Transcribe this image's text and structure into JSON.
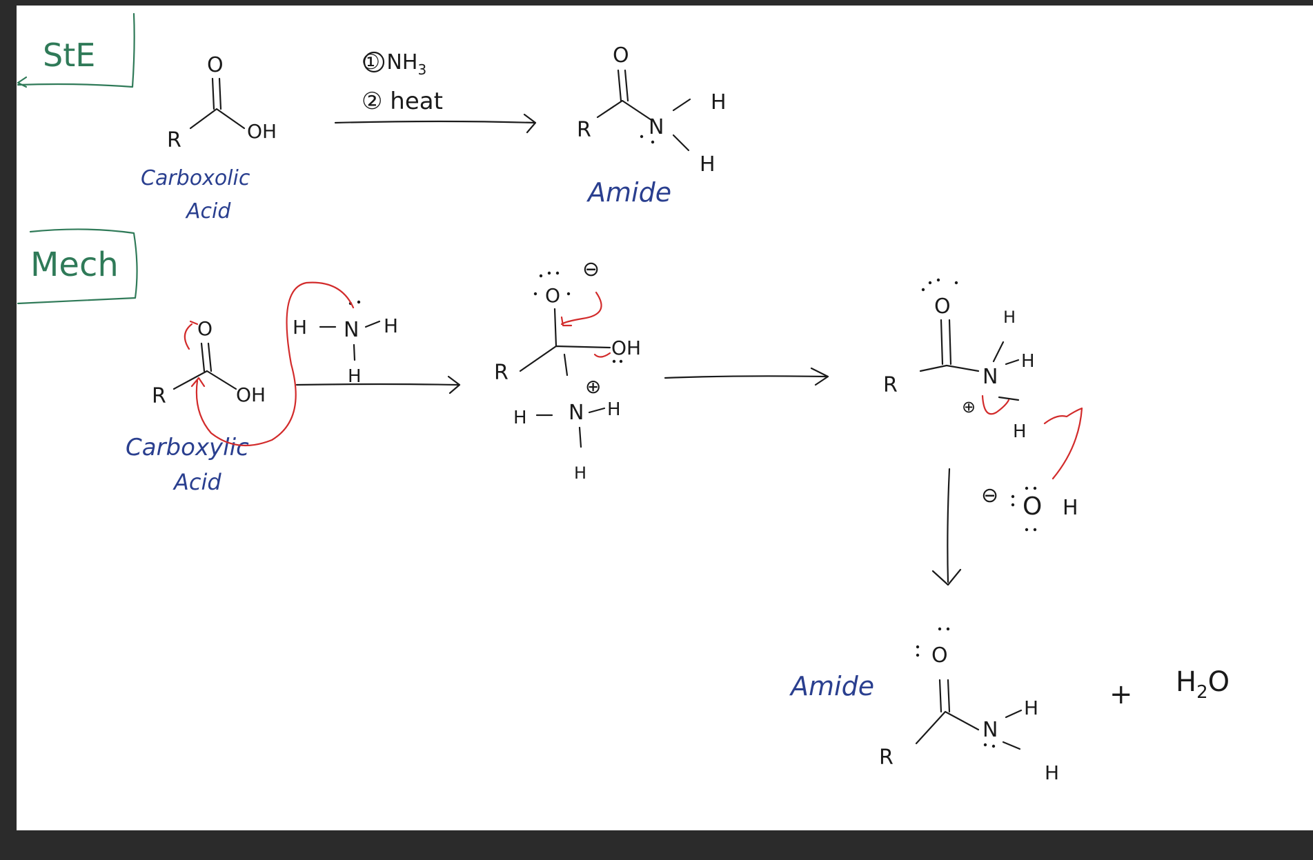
{
  "labels": {
    "ste": "StE",
    "mech": "Mech"
  },
  "reagents": {
    "step1": "① NH",
    "step1_sub": "3",
    "step2": "② heat"
  },
  "top_reaction": {
    "reactant_name_line1": "Carboxolic",
    "reactant_name_line2": "Acid",
    "product_name": "Amide"
  },
  "mechanism": {
    "reactant_name_line1": "Carboxylic",
    "reactant_name_line2": "Acid",
    "final_product_name": "Amide",
    "byproduct": "H",
    "byproduct_sub": "2",
    "byproduct_tail": "O",
    "plus": "+"
  },
  "atoms": {
    "R": "R",
    "O": "O",
    "OH": "OH",
    "N": "N",
    "H": "H",
    "neg_charge": "⊖",
    "pos_charge": "⊕"
  },
  "colors": {
    "ink": "#1a1a1a",
    "arrow_red": "#d22b2b",
    "label_blue": "#2a3f8f",
    "box_green": "#2f7a58"
  }
}
